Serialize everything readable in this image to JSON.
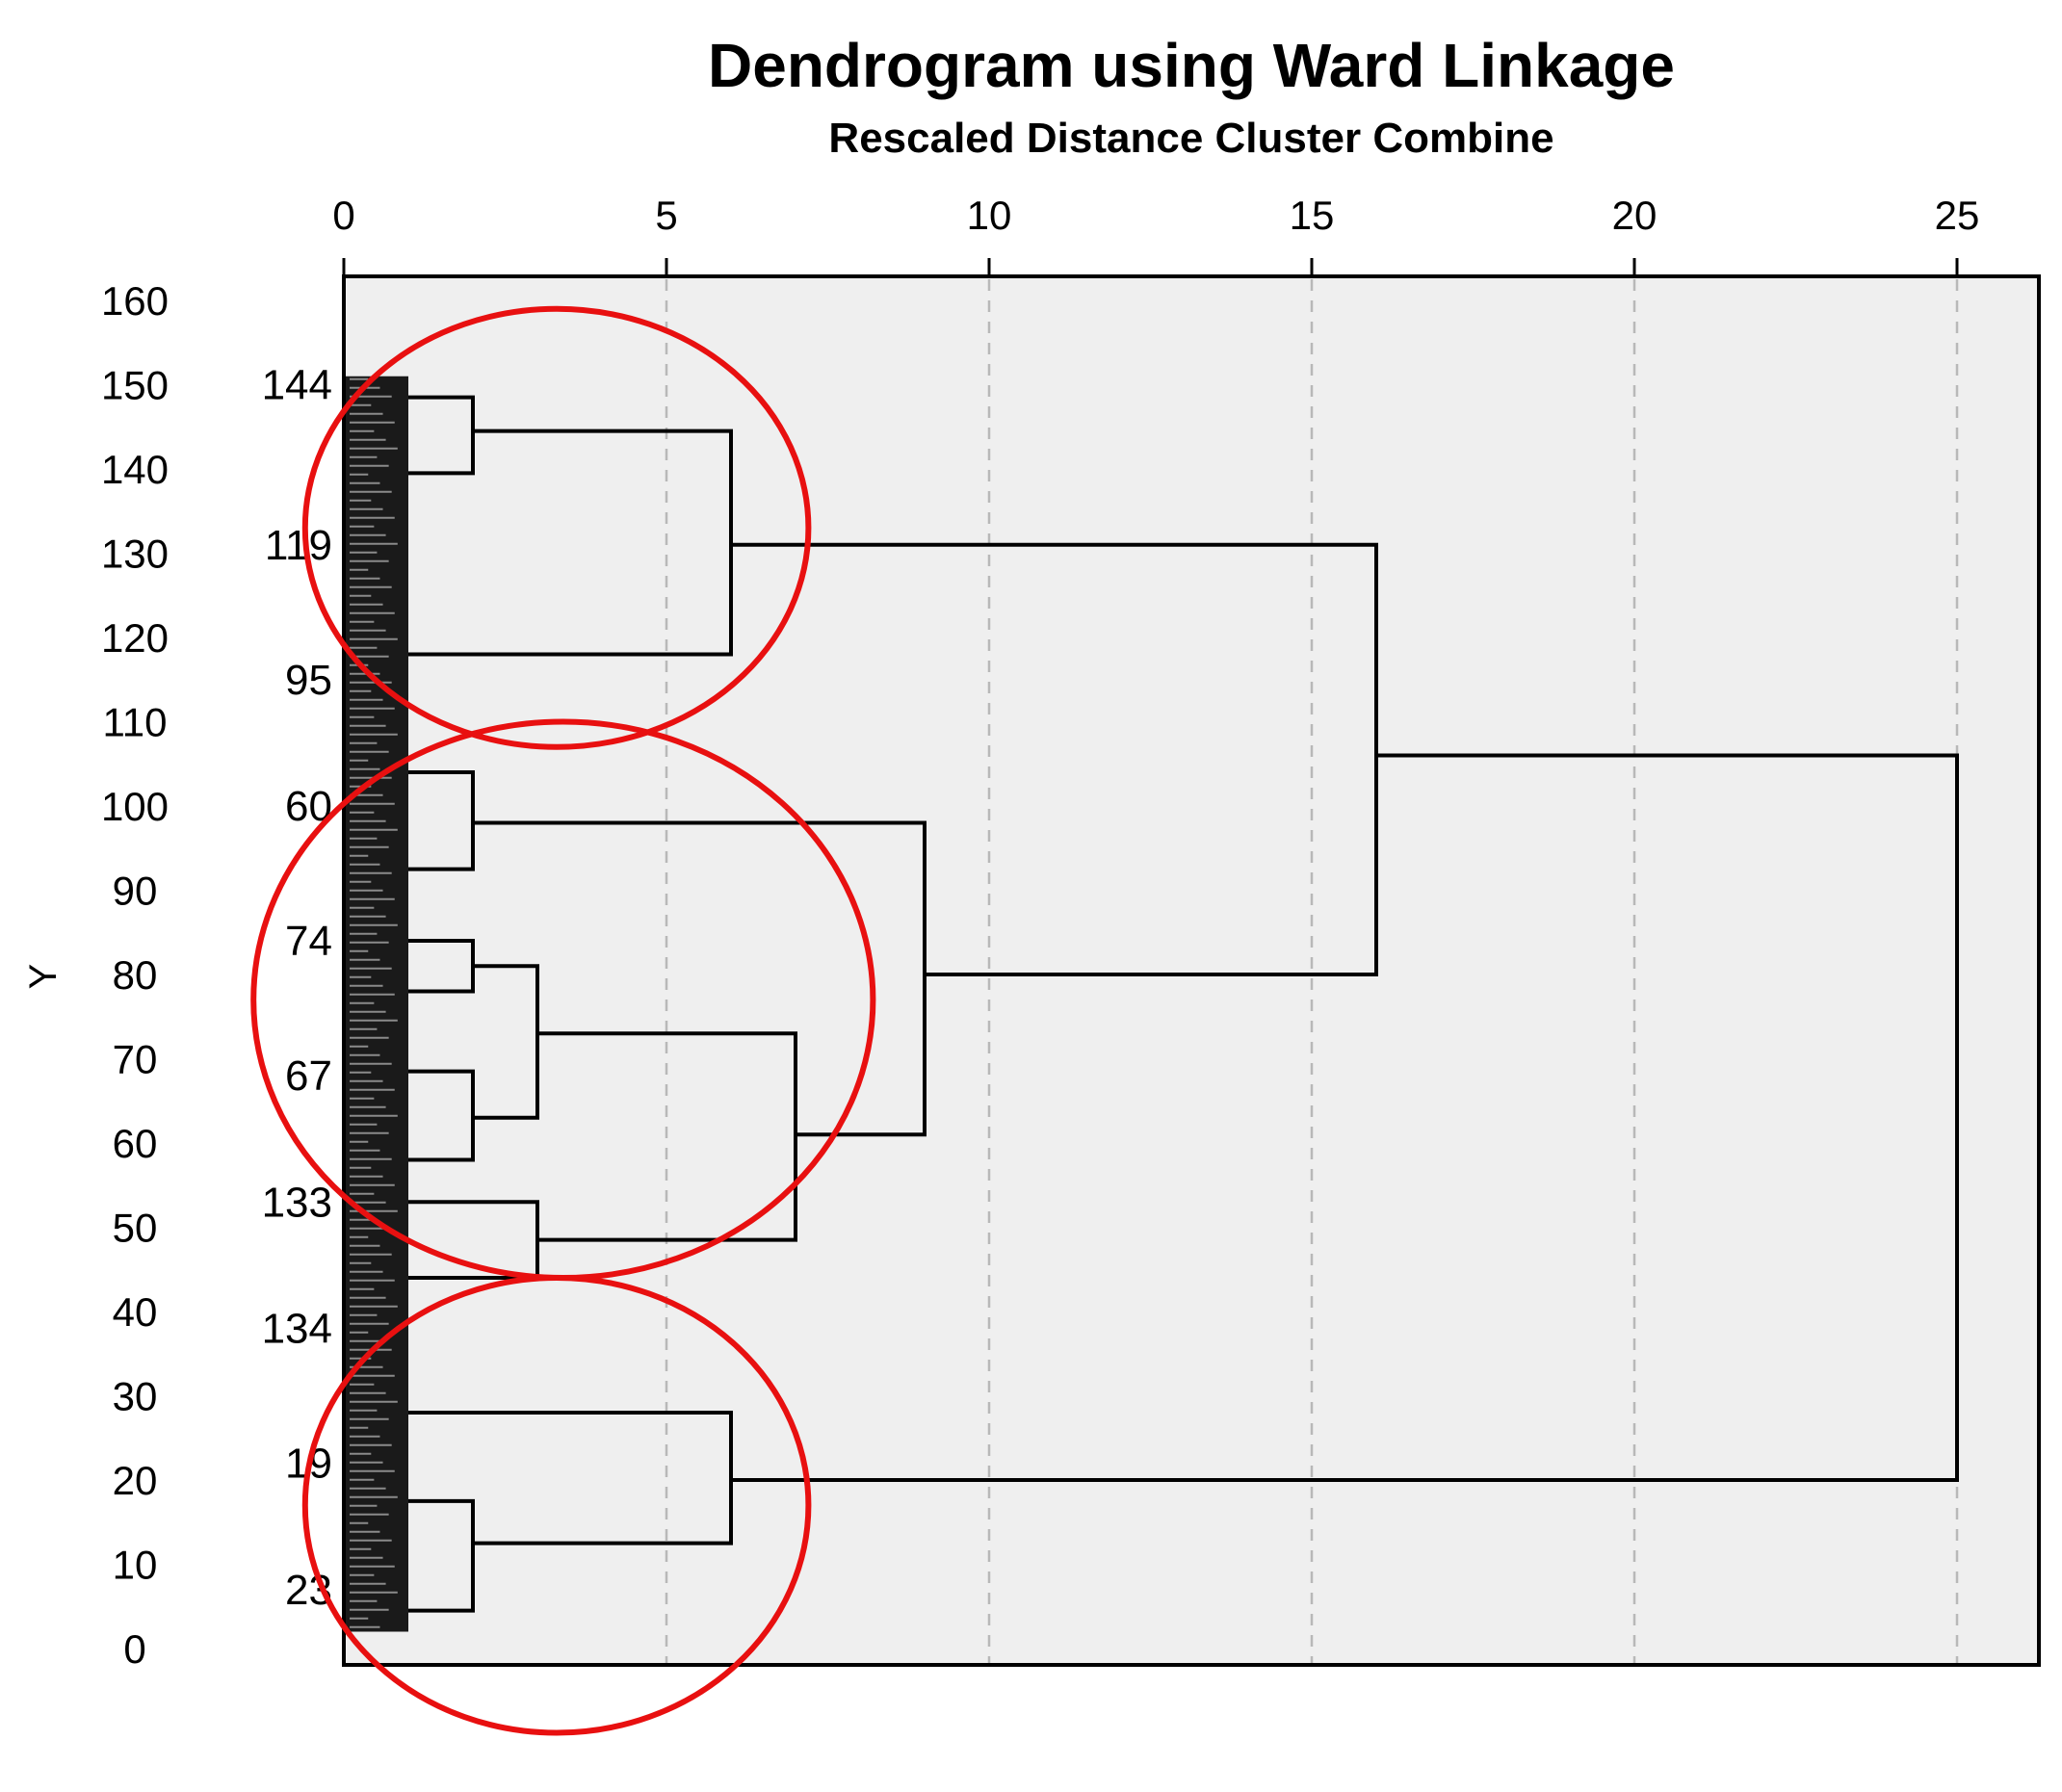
{
  "chart_data": {
    "type": "dendrogram",
    "title": "Dendrogram using Ward Linkage",
    "subtitle": "Rescaled Distance Cluster Combine",
    "ylabel": "Y",
    "x_ticks": [
      0,
      5,
      10,
      15,
      20,
      25
    ],
    "xlim": [
      0,
      26.3
    ],
    "y_ticks": [
      0,
      10,
      20,
      30,
      40,
      50,
      60,
      70,
      80,
      90,
      100,
      110,
      120,
      130,
      140,
      150,
      160
    ],
    "ylim": [
      0,
      160
    ],
    "leaf_labels": [
      {
        "label": "144",
        "y": 150
      },
      {
        "label": "119",
        "y": 131
      },
      {
        "label": "95",
        "y": 115
      },
      {
        "label": "60",
        "y": 100
      },
      {
        "label": "74",
        "y": 84
      },
      {
        "label": "67",
        "y": 68
      },
      {
        "label": "133",
        "y": 53
      },
      {
        "label": "134",
        "y": 38
      },
      {
        "label": "19",
        "y": 22
      },
      {
        "label": "23",
        "y": 7
      }
    ],
    "leaf_band": {
      "x_end": 1,
      "y_range": [
        2,
        151
      ]
    },
    "merges": [
      {
        "height": 2,
        "y_low": 139.5,
        "y_high": 148.5,
        "y_merge": 144.5
      },
      {
        "height": 6,
        "y_low": 118,
        "y_high": 144.5,
        "y_merge": 131
      },
      {
        "height": 2,
        "y_low": 92.5,
        "y_high": 104,
        "y_merge": 98
      },
      {
        "height": 2,
        "y_low": 78,
        "y_high": 84,
        "y_merge": 81
      },
      {
        "height": 2,
        "y_low": 58,
        "y_high": 68.5,
        "y_merge": 63
      },
      {
        "height": 3,
        "y_low": 63,
        "y_high": 81,
        "y_merge": 73
      },
      {
        "height": 3,
        "y_low": 44,
        "y_high": 53,
        "y_merge": 48.5
      },
      {
        "height": 7,
        "y_low": 48.5,
        "y_high": 73,
        "y_merge": 61
      },
      {
        "height": 9,
        "y_low": 61,
        "y_high": 98,
        "y_merge": 80
      },
      {
        "height": 16,
        "y_low": 80,
        "y_high": 131,
        "y_merge": 106
      },
      {
        "height": 2,
        "y_low": 4.5,
        "y_high": 17.5,
        "y_merge": 12.5
      },
      {
        "height": 6,
        "y_low": 12.5,
        "y_high": 28,
        "y_merge": 20
      },
      {
        "height": 25,
        "y_low": 20,
        "y_high": 106,
        "y_merge": 63
      }
    ],
    "highlight_clusters": [
      {
        "cx": 3.3,
        "cy": 133,
        "rx": 3.9,
        "ry": 26
      },
      {
        "cx": 3.4,
        "cy": 77,
        "rx": 4.8,
        "ry": 33
      },
      {
        "cx": 3.3,
        "cy": 17,
        "rx": 3.9,
        "ry": 27
      }
    ],
    "grid": "dashed vertical",
    "colors": {
      "plot_bg": "#efefef",
      "grid": "#b8b8b8",
      "line": "#000000",
      "highlight": "#e81010"
    }
  }
}
